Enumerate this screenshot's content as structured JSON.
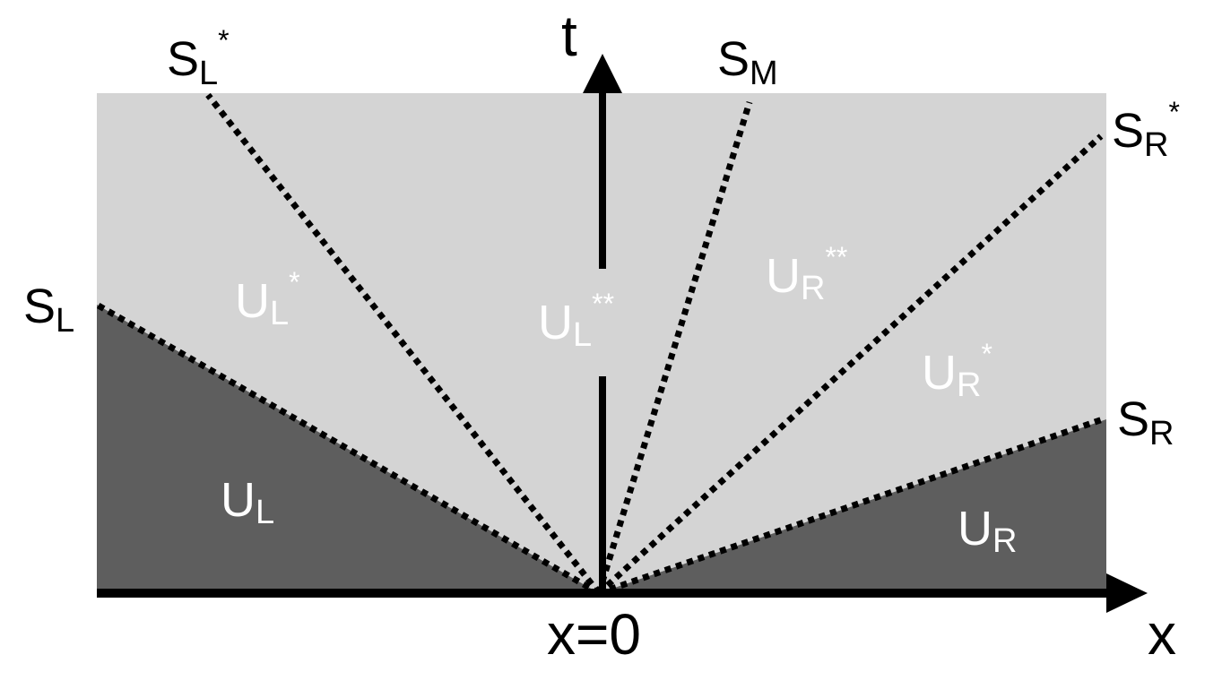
{
  "diagram": {
    "axes": {
      "t_label": "t",
      "x_label": "x",
      "origin_label": "x=0"
    },
    "waves": [
      {
        "id": "s_l",
        "base": "S",
        "sub": "L",
        "sup": ""
      },
      {
        "id": "s_l_star",
        "base": "S",
        "sub": "L",
        "sup": "*"
      },
      {
        "id": "s_m",
        "base": "S",
        "sub": "M",
        "sup": ""
      },
      {
        "id": "s_r_star",
        "base": "S",
        "sub": "R",
        "sup": "*"
      },
      {
        "id": "s_r",
        "base": "S",
        "sub": "R",
        "sup": ""
      }
    ],
    "states": [
      {
        "id": "u_l",
        "base": "U",
        "sub": "L",
        "sup": ""
      },
      {
        "id": "u_l_star",
        "base": "U",
        "sub": "L",
        "sup": "*"
      },
      {
        "id": "u_l_2star",
        "base": "U",
        "sub": "L",
        "sup": "**"
      },
      {
        "id": "u_r_2star",
        "base": "U",
        "sub": "R",
        "sup": "**"
      },
      {
        "id": "u_r_star",
        "base": "U",
        "sub": "R",
        "sup": "*"
      },
      {
        "id": "u_r",
        "base": "U",
        "sub": "R",
        "sup": ""
      }
    ],
    "colors": {
      "outer_state_fill": "#5e5e5e",
      "star_region_fill": "#d4d4d4",
      "axis": "#000000",
      "wave_line": "#000000",
      "state_label": "#ffffff"
    }
  }
}
